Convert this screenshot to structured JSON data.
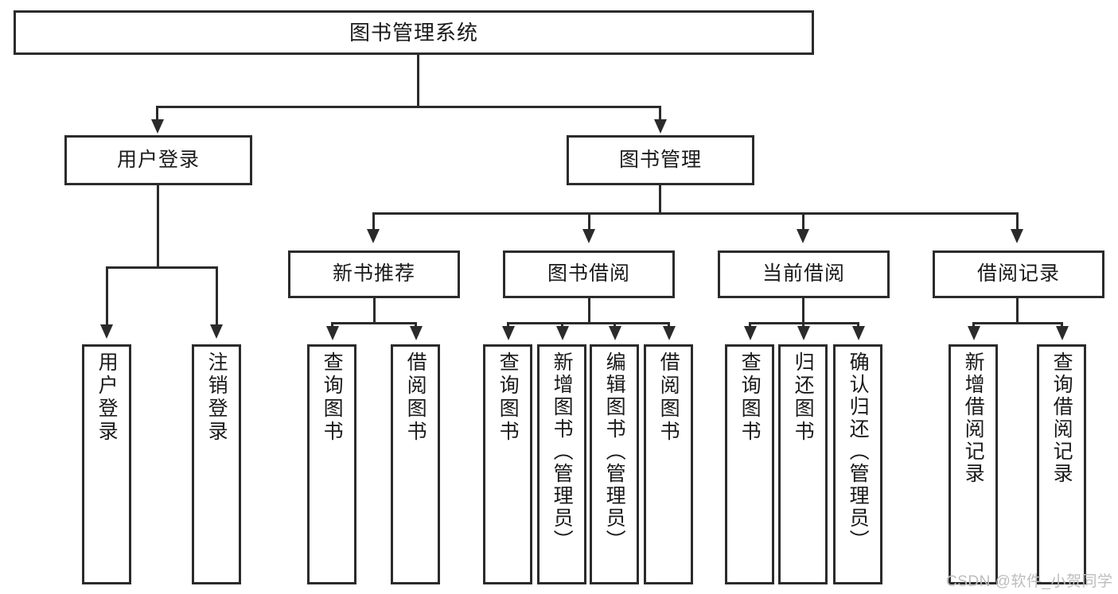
{
  "diagram": {
    "title": "图书管理系统",
    "type": "tree-hierarchy",
    "root": {
      "label": "图书管理系统"
    },
    "level1": [
      {
        "label": "用户登录"
      },
      {
        "label": "图书管理"
      }
    ],
    "level2": [
      {
        "label": "新书推荐"
      },
      {
        "label": "图书借阅"
      },
      {
        "label": "当前借阅"
      },
      {
        "label": "借阅记录"
      }
    ],
    "leaves": {
      "user_login": [
        {
          "label": "用户登录"
        },
        {
          "label": "注销登录"
        }
      ],
      "new_book_recommend": [
        {
          "label": "查询图书"
        },
        {
          "label": "借阅图书"
        }
      ],
      "book_borrow": [
        {
          "label": "查询图书"
        },
        {
          "label": "新增图书（管理员）"
        },
        {
          "label": "编辑图书（管理员）"
        },
        {
          "label": "借阅图书"
        }
      ],
      "current_borrow": [
        {
          "label": "查询图书"
        },
        {
          "label": "归还图书"
        },
        {
          "label": "确认归还（管理员）"
        }
      ],
      "borrow_record": [
        {
          "label": "新增借阅记录"
        },
        {
          "label": "查询借阅记录"
        }
      ]
    }
  },
  "watermark": {
    "text": "CSDN @软件_小贺同学"
  },
  "colors": {
    "stroke": "#2b2b2b",
    "background": "#ffffff",
    "text": "#1a1a1a",
    "watermark": "#bdbdbd"
  }
}
